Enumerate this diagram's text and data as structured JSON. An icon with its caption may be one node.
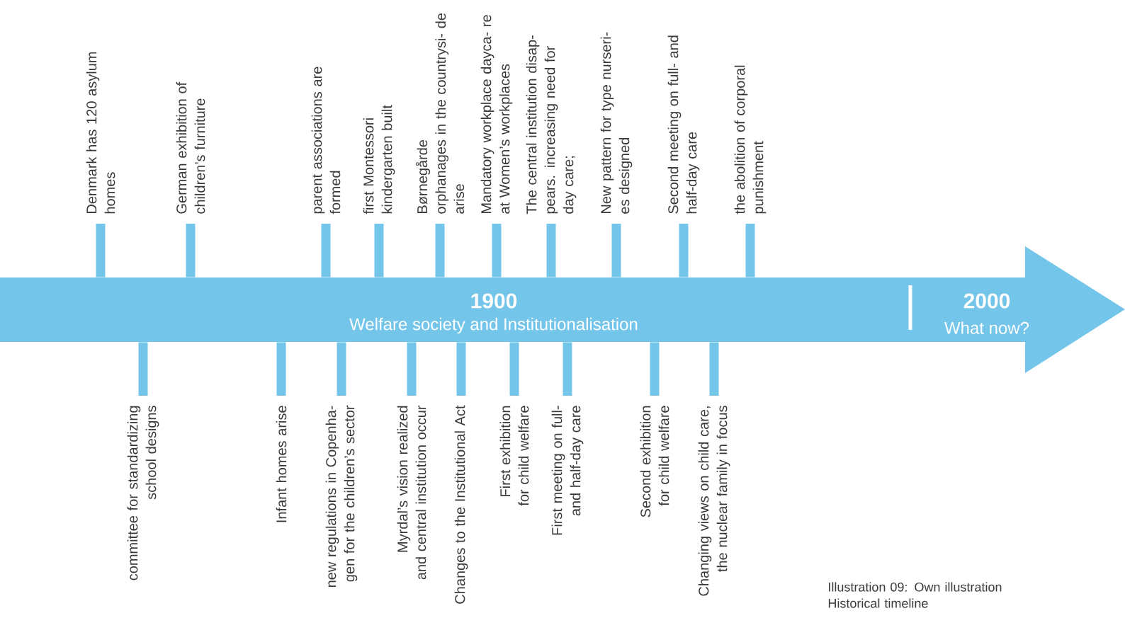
{
  "diagram": {
    "caption": "Illustration 09: Own illustration Historical timeline",
    "nodes": [
      {
        "text": [
          "1900",
          "Welfare society and Institutionalisation",
          "2000",
          "What now?"
        ]
      },
      {
        "text": [
          "Denmark has 120 asylum homes"
        ]
      },
      {
        "text": [
          "German exhibition of children’s furniture"
        ]
      },
      {
        "text": [
          "parent associations are formed"
        ]
      },
      {
        "text": [
          "first Montessori kindergarten built"
        ]
      },
      {
        "text": [
          "Børnegårde",
          "orphanages in the countrysi- de arise"
        ]
      },
      {
        "text": [
          "Mandatory workplace dayca- re at Women’s workplaces"
        ]
      },
      {
        "text": [
          "The central institution disap- pears. increasing need for day care;"
        ]
      },
      {
        "text": [
          "New pattern for type nurseri- es designed"
        ]
      },
      {
        "text": [
          "Second meeting on full- and half-day care"
        ]
      },
      {
        "text": [
          "the abolition of corporal punishment"
        ]
      },
      {
        "text": [
          "committee for standardizing school designs"
        ]
      },
      {
        "text": [
          "Infant homes arise"
        ]
      },
      {
        "text": [
          "new regulations in Copenha- gen for the children’s sector"
        ]
      },
      {
        "text": [
          "Myrdal’s vision realized and central institution occur"
        ]
      },
      {
        "text": [
          "Changes to the Institutional Act"
        ]
      },
      {
        "text": [
          "First exhibition for child welfare"
        ]
      },
      {
        "text": [
          "First meeting on full- and half-day care"
        ]
      },
      {
        "text": [
          "Second exhibition for child welfare"
        ]
      },
      {
        "text": [
          "Changing views on child care, the nuclear family in focus"
        ]
      }
    ],
    "edges": [
      {
        "from": 1,
        "to": 0,
        "arrow": "none"
      },
      {
        "from": 2,
        "to": 0,
        "arrow": "none"
      },
      {
        "from": 3,
        "to": 0,
        "arrow": "none"
      },
      {
        "from": 4,
        "to": 0,
        "arrow": "none"
      },
      {
        "from": 5,
        "to": 0,
        "arrow": "none"
      },
      {
        "from": 6,
        "to": 0,
        "arrow": "none"
      },
      {
        "from": 7,
        "to": 0,
        "arrow": "none"
      },
      {
        "from": 8,
        "to": 0,
        "arrow": "none"
      },
      {
        "from": 9,
        "to": 0,
        "arrow": "none"
      },
      {
        "from": 10,
        "to": 0,
        "arrow": "none"
      },
      {
        "from": 11,
        "to": 0,
        "arrow": "none"
      },
      {
        "from": 12,
        "to": 0,
        "arrow": "none"
      },
      {
        "from": 13,
        "to": 0,
        "arrow": "none"
      },
      {
        "from": 14,
        "to": 0,
        "arrow": "none"
      },
      {
        "from": 15,
        "to": 0,
        "arrow": "none"
      },
      {
        "from": 16,
        "to": 0,
        "arrow": "none"
      },
      {
        "from": 17,
        "to": 0,
        "arrow": "none"
      },
      {
        "from": 18,
        "to": 0,
        "arrow": "none"
      },
      {
        "from": 19,
        "to": 0,
        "arrow": "none"
      }
    ]
  }
}
